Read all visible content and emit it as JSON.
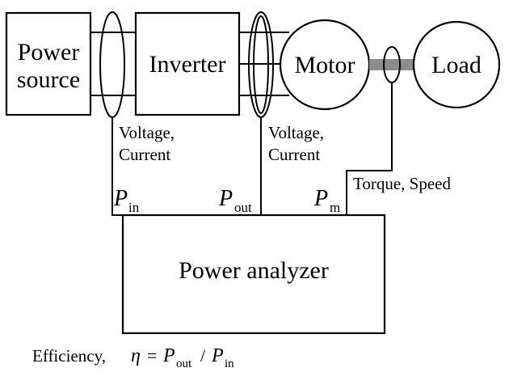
{
  "blocks": {
    "power_source_line1": "Power",
    "power_source_line2": "source",
    "inverter": "Inverter",
    "motor": "Motor",
    "load": "Load",
    "analyzer": "Power analyzer"
  },
  "probe_labels": {
    "probe1_line1": "Voltage,",
    "probe1_line2": "Current",
    "probe2_line1": "Voltage,",
    "probe2_line2": "Current",
    "probe3": "Torque, Speed"
  },
  "inputs": {
    "p_in_main": "P",
    "p_in_sub": "in",
    "p_out_main": "P",
    "p_out_sub": "out",
    "p_m_main": "P",
    "p_m_sub": "m"
  },
  "formula": {
    "prefix": "Efficiency,",
    "eta": "η",
    "equals": "=",
    "p_out_main": "P",
    "p_out_sub": "out",
    "slash": "/",
    "p_in_main": "P",
    "p_in_sub": "in"
  }
}
